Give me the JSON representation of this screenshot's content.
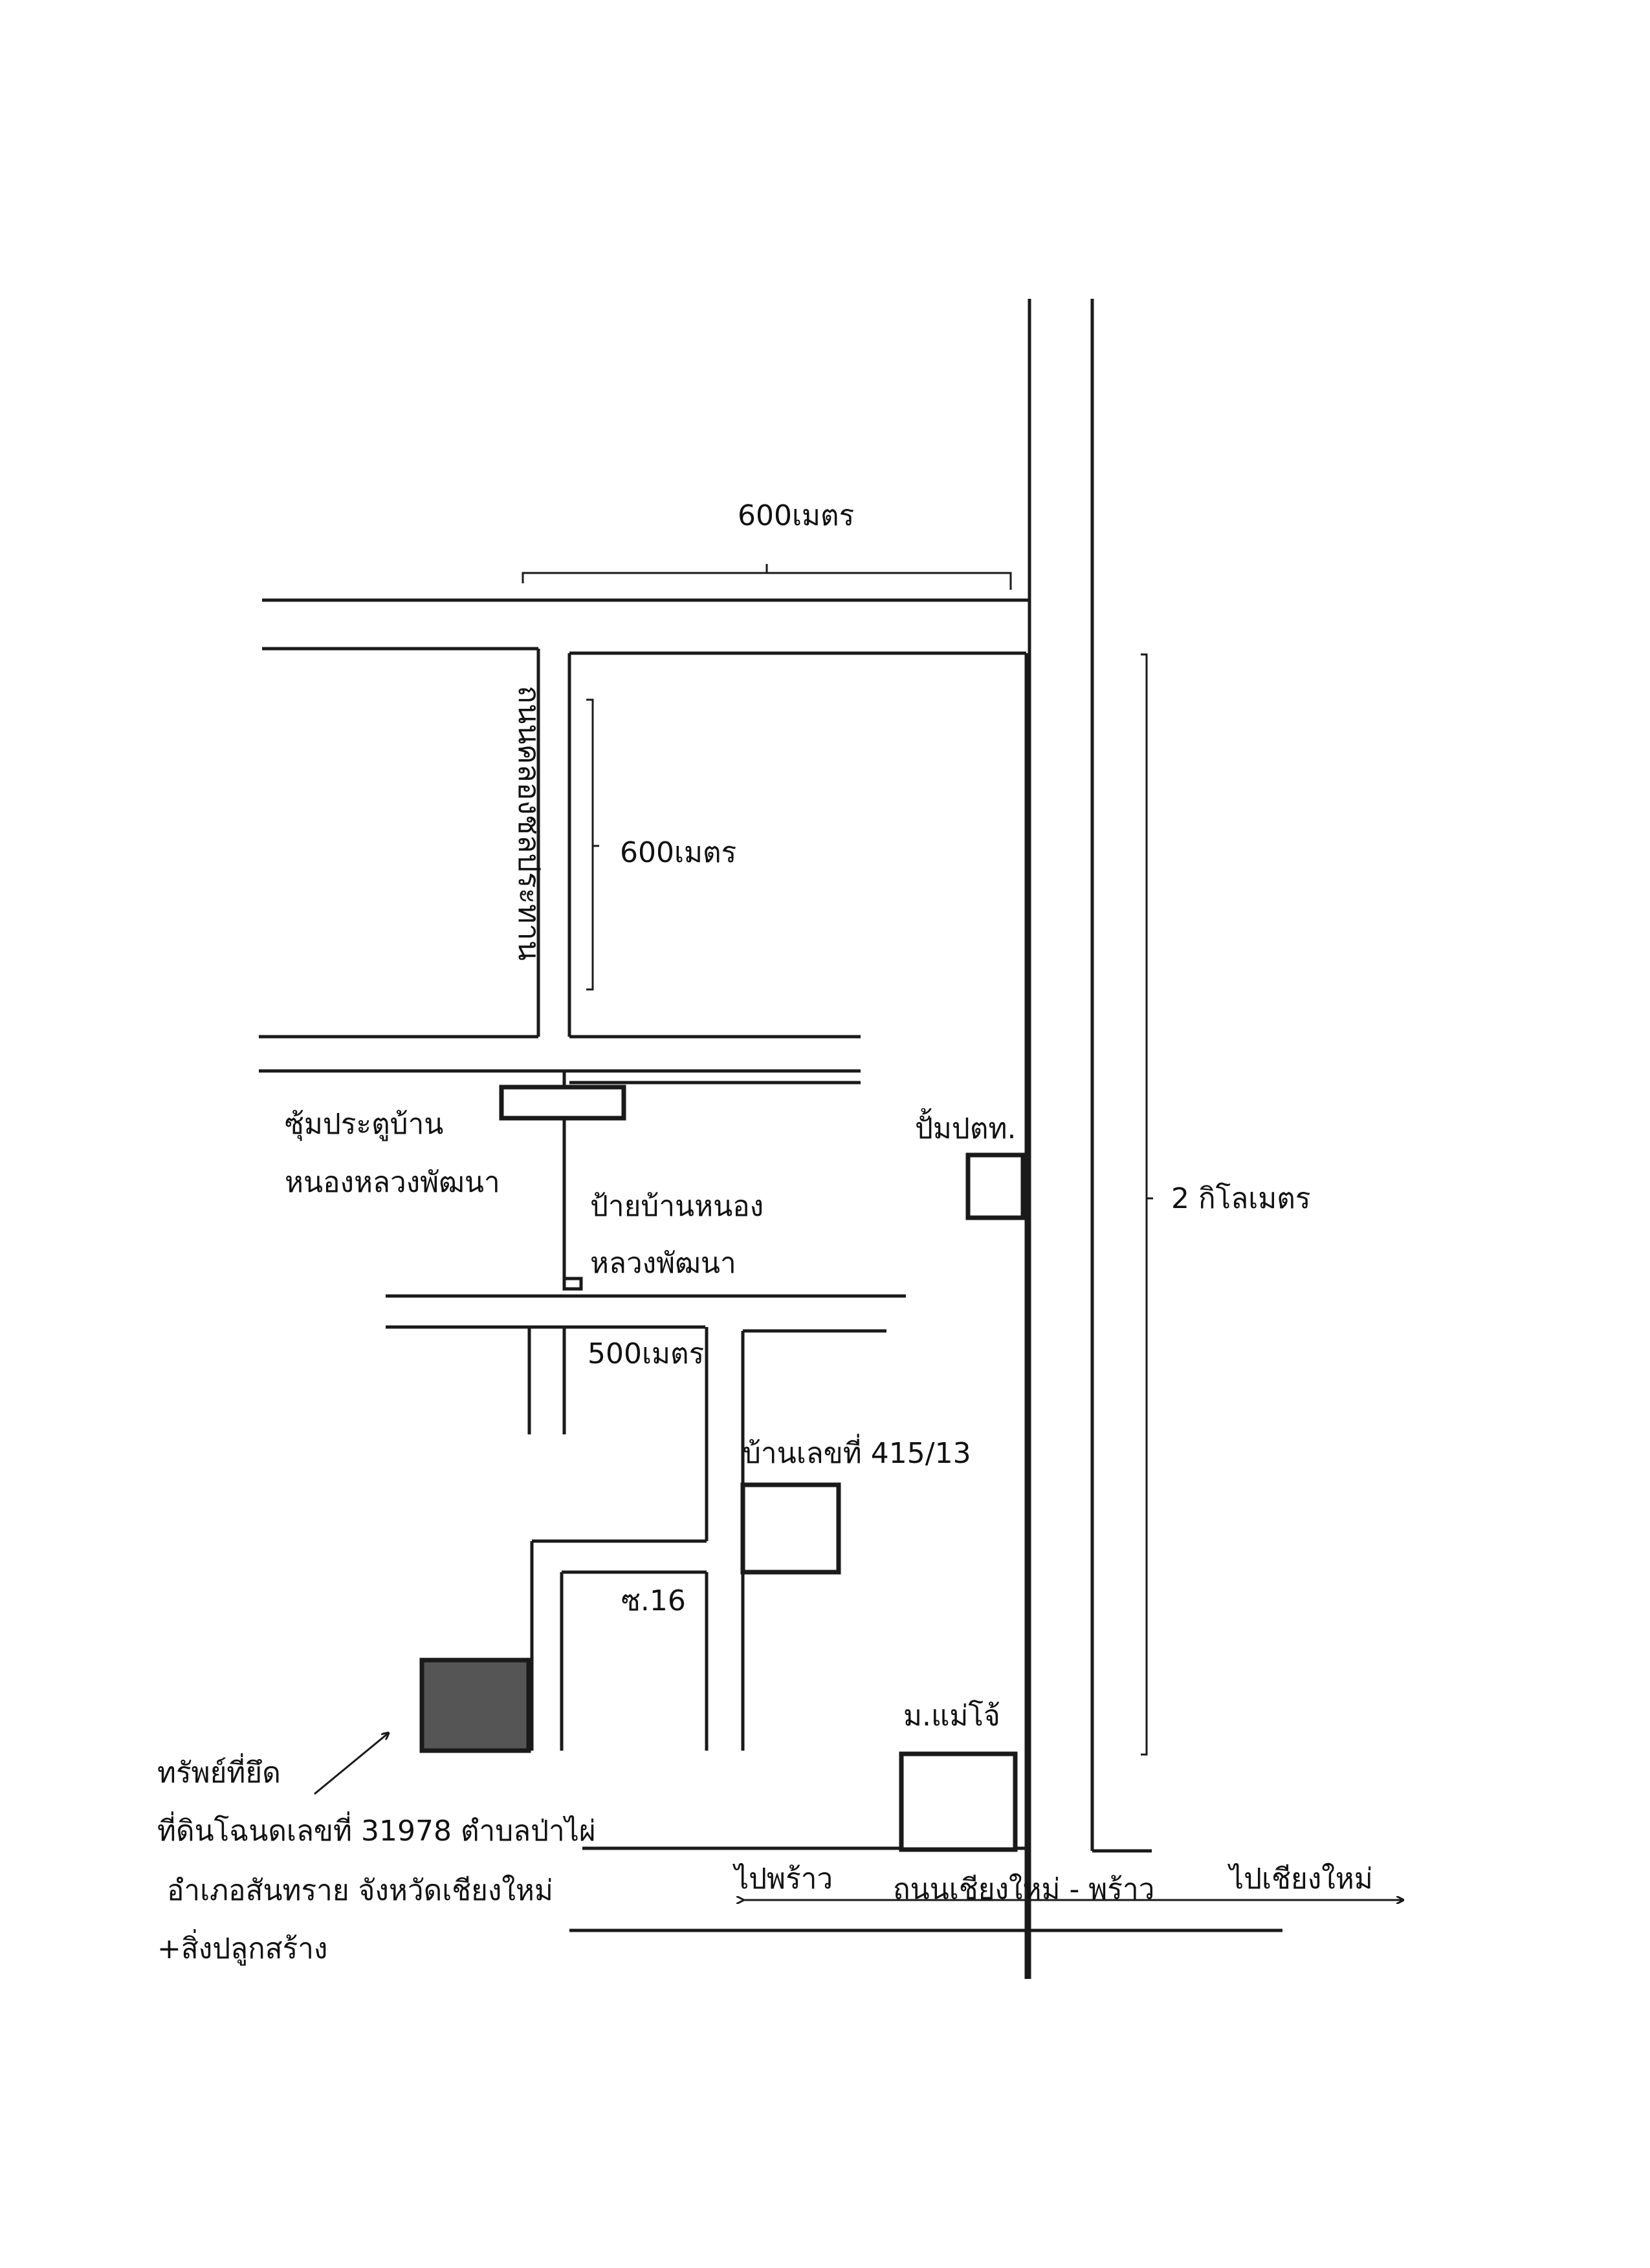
{
  "map": {
    "roads": {
      "khlong_chonprathan": "ถนนคลองชลประทาน",
      "chiangmai_phrao": "ถนนเชียงใหม่ - พร้าว",
      "soi_16": "ซ.16"
    },
    "distances": {
      "top_600m": "600เมตร",
      "mid_600m": "600เมตร",
      "d_500m": "500เมตร",
      "d_2km": "2 กิโลเมตร"
    },
    "landmarks": {
      "gate_line1": "ซุ้มประตูบ้าน",
      "gate_line2": "หนองหลวงพัฒนา",
      "sign_line1": "ป้ายบ้านหนอง",
      "sign_line2": "หลวงพัฒนา",
      "ptt_pump": "ปั้มปตท.",
      "house_no": "บ้านเลขที่ 415/13",
      "maejo": "ม.แม่โจ้"
    },
    "directions": {
      "to_phrao": "ไปพร้าว",
      "to_chiangmai": "ไปเชียงใหม่"
    },
    "property": {
      "line1": "ทรัพย์ที่ยึด",
      "line2": "ที่ดินโฉนดเลขที่ 31978 ตำบลป่าไผ่",
      "line3": "อำเภอสันทราย จังหวัดเชียงใหม่",
      "line4": "+สิ่งปลูกสร้าง"
    },
    "colors": {
      "ink": "#1a1a1a",
      "property_fill": "#555555",
      "paper": "#ffffff"
    }
  }
}
